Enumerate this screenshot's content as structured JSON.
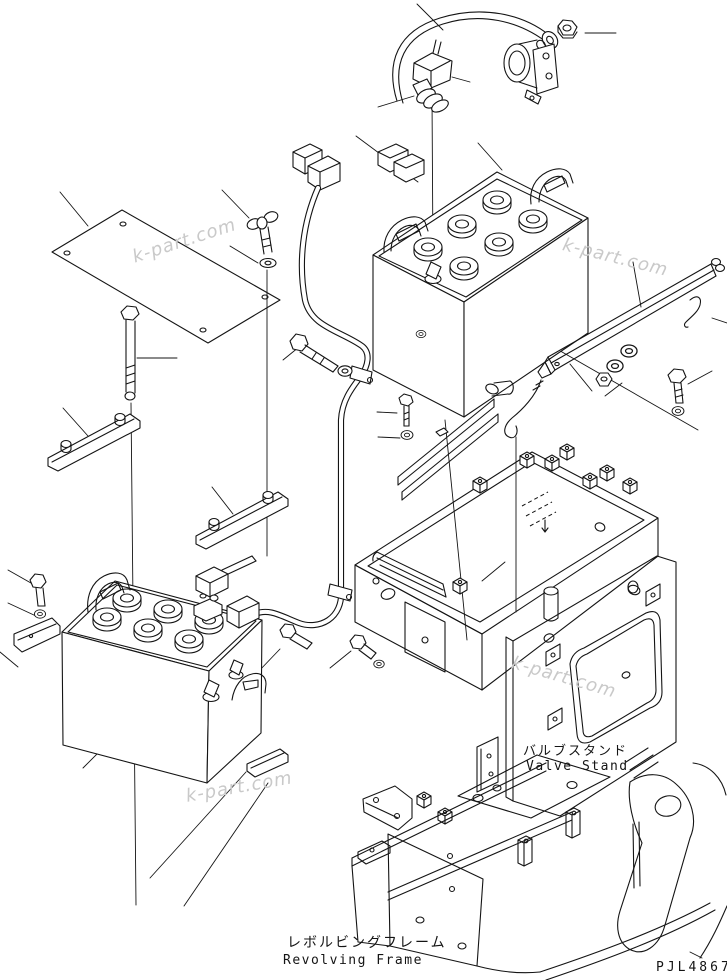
{
  "page": {
    "background_color": "#ffffff",
    "line_color": "#141414"
  },
  "drawing": {
    "number": "PJL4867",
    "labels": {
      "valve_stand_jp": "バルブスタンド",
      "valve_stand_en": "Valve Stand",
      "revolving_frame_jp": "レボルビングフレーム",
      "revolving_frame_en": "Revolving Frame"
    },
    "components": [
      "battery-cable-harness",
      "horn-relay",
      "nut",
      "battery-upper",
      "battery-lower",
      "battery-cover-plate",
      "long-bolt",
      "wing-bolt",
      "washer",
      "bracket-rail",
      "cable-clamp",
      "battery-cable",
      "bolt",
      "hold-down-channel",
      "hold-down-bar",
      "j-hook-rod",
      "battery-stand",
      "valve-stand-panel",
      "battery-pad",
      "spacer-block",
      "terminal-clamp",
      "revolving-frame"
    ]
  },
  "watermark": {
    "text": "k-part.com",
    "color": "#c9c9c9"
  }
}
